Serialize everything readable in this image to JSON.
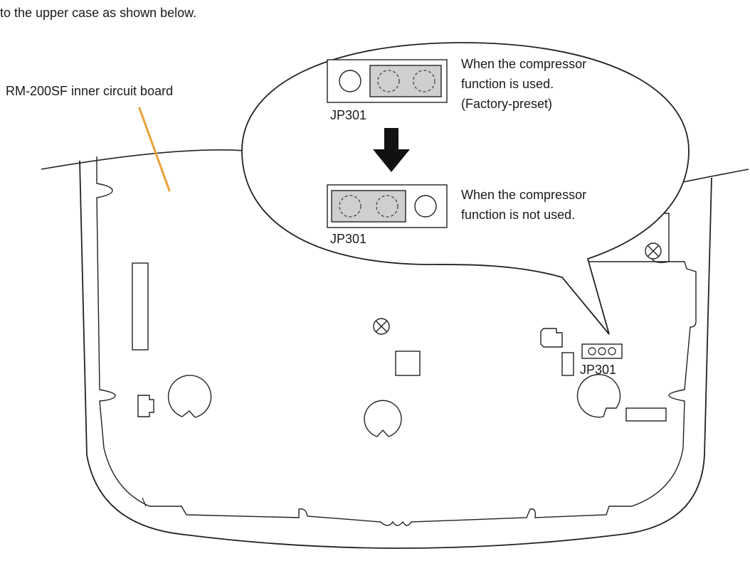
{
  "intro_text": "to the upper case as shown below.",
  "board_label": "RM-200SF inner circuit board",
  "callout": {
    "used": {
      "line1": "When the compressor",
      "line2": "function is used.",
      "line3": "(Factory-preset)",
      "jumper_label": "JP301"
    },
    "not_used": {
      "line1": "When the compressor",
      "line2": "function is not used.",
      "jumper_label": "JP301"
    }
  },
  "board_jumper_label": "JP301",
  "colors": {
    "leader_line": "#e8a23a",
    "jumper_fill": "#cfcfcf",
    "arrow": "#111111",
    "outline": "#222222"
  }
}
